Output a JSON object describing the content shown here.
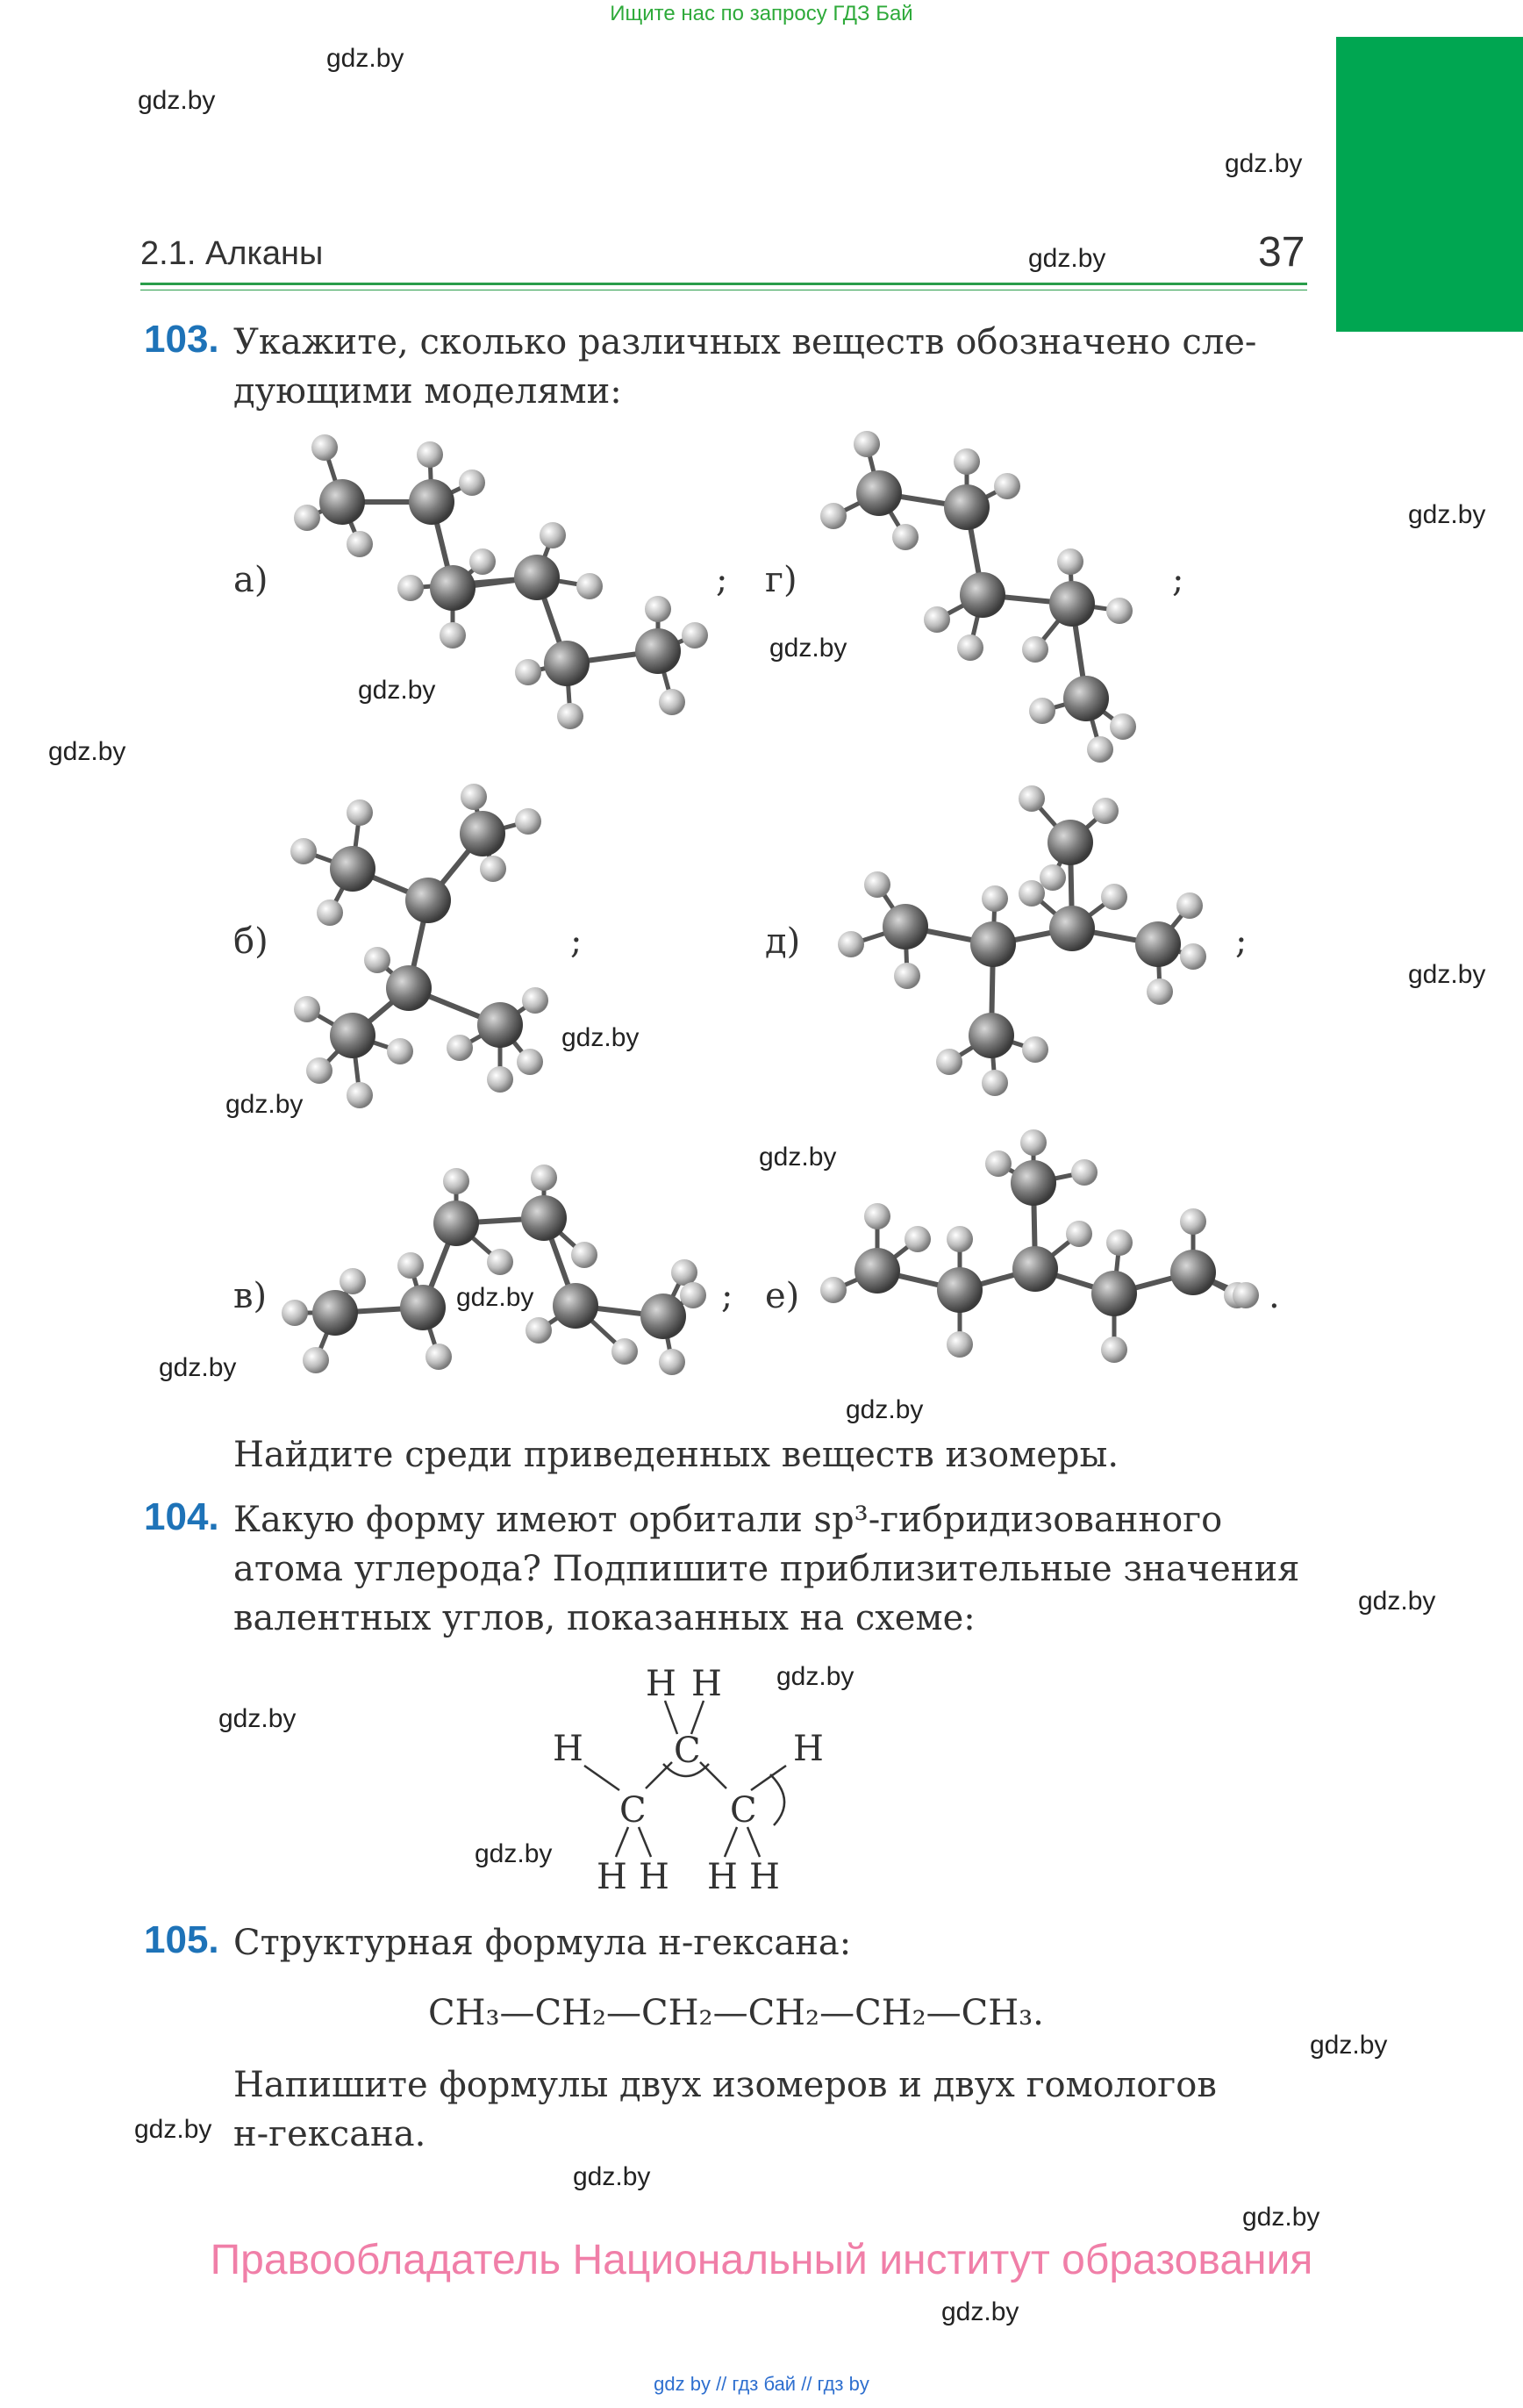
{
  "banner": "Ищите нас по запросу ГДЗ Бай",
  "header": {
    "section": "2.1. Алканы",
    "page": "37"
  },
  "watermark": "gdz.by",
  "task103": {
    "number": "103.",
    "line1": "Укажите, сколько различных веществ обозначено сле-",
    "line2": "дующими моделями:",
    "labels": {
      "a": "а)",
      "b": "б)",
      "v": "в)",
      "g": "г)",
      "d": "д)",
      "e": "е)"
    },
    "semicolon": ";",
    "period": ".",
    "question": "Найдите среди приведенных веществ изомеры."
  },
  "task104": {
    "number": "104.",
    "line1": "Какую форму имеют орбитали sp³-гибридизованного",
    "line2": "атома углерода? Подпишите приблизительные значения",
    "line3": "валентных углов, показанных на схеме:",
    "atom_h": "H",
    "atom_c": "C"
  },
  "task105": {
    "number": "105.",
    "line1": "Структурная формула н-гексана:",
    "formula": "CH₃—CH₂—CH₂—CH₂—CH₂—CH₃.",
    "line2": "Напишите формулы двух изомеров и двух гомологов",
    "line3": "н-гексана."
  },
  "copyright": "Правообладатель Национальный институт образования",
  "footer_links": "gdz by  //  гдз бай  //  гдз by",
  "colors": {
    "accent_green": "#00a651",
    "number_blue": "#1e73b8",
    "banner_green": "#2eaa3a",
    "copyright_pink": "#f07fa8"
  }
}
